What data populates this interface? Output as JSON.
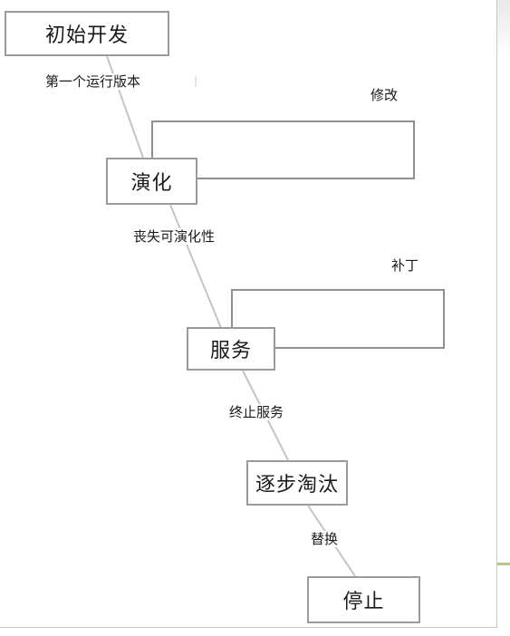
{
  "nodes": {
    "initial_development": "初始开发",
    "evolution": "演化",
    "servicing": "服务",
    "phase_out": "逐步淘汰",
    "close_down": "停止"
  },
  "transitions": {
    "first_running_version": "第一个运行版本",
    "loss_of_evolvability": "丧失可演化性",
    "servicing_discontinued": "终止服务",
    "switch_off": "替换"
  },
  "loops": {
    "evolution_changes": "修改",
    "servicing_patches": "补丁"
  }
}
